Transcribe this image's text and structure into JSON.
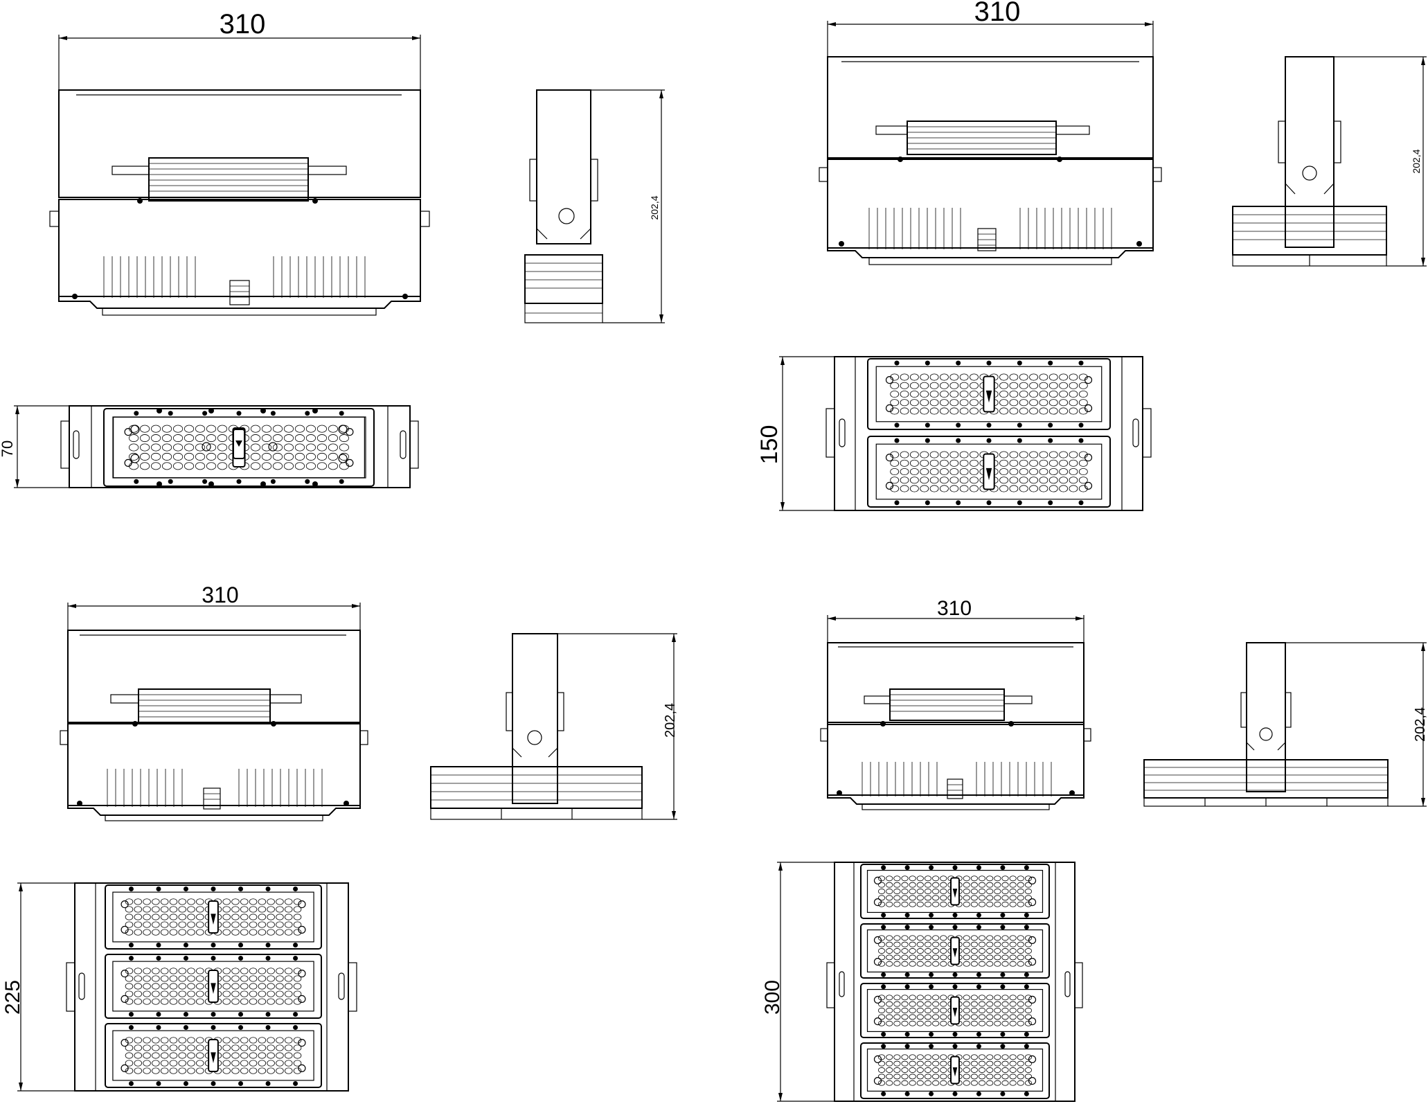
{
  "views": [
    {
      "id": "module-1",
      "width_label": "310",
      "height_label": "202,4",
      "depth_label": "70",
      "modules": 1,
      "arm": "short"
    },
    {
      "id": "module-2",
      "width_label": "310",
      "height_label": "202,4",
      "depth_label": "150",
      "modules": 2,
      "arm": "long"
    },
    {
      "id": "module-3",
      "width_label": "310",
      "height_label": "202,4",
      "depth_label": "225",
      "modules": 3,
      "arm": "long"
    },
    {
      "id": "module-4",
      "width_label": "310",
      "height_label": "202,4",
      "depth_label": "300",
      "modules": 4,
      "arm": "long"
    }
  ]
}
